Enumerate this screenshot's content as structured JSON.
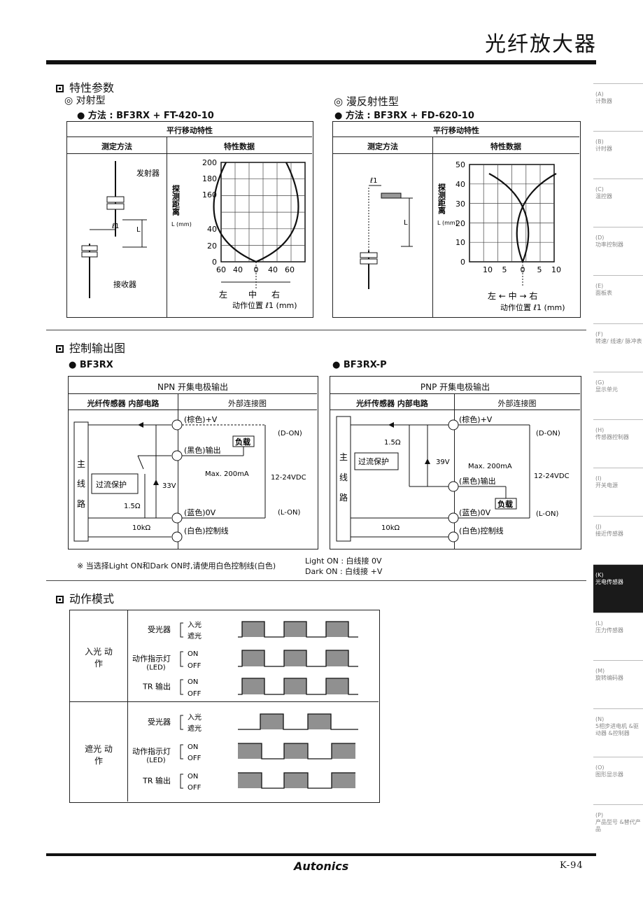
{
  "header": {
    "title": "光纤放大器"
  },
  "sidebar": [
    {
      "code": "(A)",
      "label": "计数器"
    },
    {
      "code": "(B)",
      "label": "计时器"
    },
    {
      "code": "(C)",
      "label": "温控器"
    },
    {
      "code": "(D)",
      "label": "功率控制器"
    },
    {
      "code": "(E)",
      "label": "面板表"
    },
    {
      "code": "(F)",
      "label": "转速/ 线速/ 脉冲表"
    },
    {
      "code": "(G)",
      "label": "显示单元"
    },
    {
      "code": "(H)",
      "label": "传感器控制器"
    },
    {
      "code": "(I)",
      "label": "开关电源"
    },
    {
      "code": "(J)",
      "label": "接近传感器"
    },
    {
      "code": "(K)",
      "label": "光电传感器"
    },
    {
      "code": "(L)",
      "label": "压力传感器"
    },
    {
      "code": "(M)",
      "label": "旋转编码器"
    },
    {
      "code": "(N)",
      "label": "5相步进电机 &驱动器 &控制器"
    },
    {
      "code": "(O)",
      "label": "图形显示器"
    },
    {
      "code": "(P)",
      "label": "产品型号 &替代产品"
    }
  ],
  "char": {
    "section": "特性参数",
    "left": {
      "type": "◎ 对射型",
      "method": "● 方法 : BF3RX + FT-420-10",
      "table_title": "平行移动特性",
      "col1": "测定方法",
      "col2": "特性数据",
      "emitter": "发射器",
      "receiver": "接收器",
      "l1": "ℓ1",
      "L": "L",
      "ylabel": "探测距离",
      "yunit": "L (mm)",
      "yticks": [
        "200",
        "180",
        "160",
        "40",
        "20",
        "0"
      ],
      "xticks": [
        "60",
        "40",
        "0",
        "40",
        "60"
      ],
      "dir_left": "左",
      "dir_mid": "中",
      "dir_right": "右",
      "xlabel": "动作位置 ℓ1 (mm)"
    },
    "right": {
      "type": "◎ 漫反射性型",
      "method": "● 方法 : BF3RX + FD-620-10",
      "table_title": "平行移动特性",
      "col1": "测定方法",
      "col2": "特性数据",
      "l1": "ℓ1",
      "L": "L",
      "ylabel": "探测距离",
      "yunit": "L (mm)",
      "yticks": [
        "50",
        "40",
        "30",
        "20",
        "10",
        "0"
      ],
      "xticks": [
        "10",
        "5",
        "0",
        "5",
        "10"
      ],
      "dir": "左 ← 中 → 右",
      "xlabel": "动作位置 ℓ1 (mm)"
    }
  },
  "output": {
    "section": "控制输出图",
    "left_model": "● BF3RX",
    "right_model": "● BF3RX-P",
    "npn_title": "NPN 开集电极输出",
    "pnp_title": "PNP 开集电极输出",
    "internal": "光纤传感器 内部电路",
    "external": "外部连接图",
    "main_circuit": [
      "主",
      "线",
      "路"
    ],
    "overcurrent": "过流保护",
    "brown": "(棕色)+V",
    "black": "(黑色)输出",
    "blue": "(蓝色)0V",
    "white": "(白色)控制线",
    "load": "负载",
    "d_on": "(D-ON)",
    "l_on": "(L-ON)",
    "max": "Max. 200mA",
    "supply": "12-24VDC",
    "zener_npn": "33V",
    "zener_pnp": "39V",
    "res": "1.5Ω",
    "res2": "10kΩ",
    "note": "※ 当选择Light ON和Dark ON时,请使用白色控制线(白色)",
    "note_light": "Light ON : 白线接 0V",
    "note_dark": "Dark ON : 白线接 +V"
  },
  "mode": {
    "section": "动作模式",
    "group1": "入光 动作",
    "group2": "遮光 动作",
    "rows": [
      {
        "label": "受光器",
        "s1": "入光",
        "s2": "遮光"
      },
      {
        "label": "动作指示灯 (LED)",
        "s1": "ON",
        "s2": "OFF"
      },
      {
        "label": "TR 输出",
        "s1": "ON",
        "s2": "OFF"
      }
    ]
  },
  "footer": {
    "brand": "Autonics",
    "page": "K-94"
  },
  "colors": {
    "pulse": "#909090",
    "active_tab": "#1a1a1a"
  }
}
